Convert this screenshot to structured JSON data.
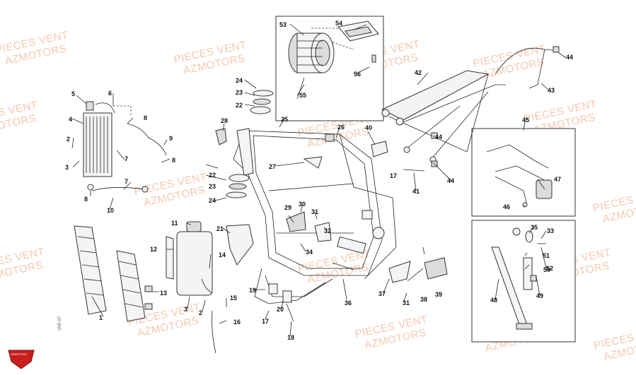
{
  "watermark": {
    "line1": "PIECES VENT",
    "line2": "AZMOTORS"
  },
  "logo": {
    "text": "AZMOTORS"
  },
  "ref_code": "V0E-07",
  "labels": [
    {
      "id": "p1",
      "text": "1"
    },
    {
      "id": "p2a",
      "text": "2"
    },
    {
      "id": "p2b",
      "text": "2"
    },
    {
      "id": "p3a",
      "text": "3"
    },
    {
      "id": "p3b",
      "text": "3"
    },
    {
      "id": "p4",
      "text": "4"
    },
    {
      "id": "p5",
      "text": "5"
    },
    {
      "id": "p6",
      "text": "6"
    },
    {
      "id": "p7a",
      "text": "7"
    },
    {
      "id": "p7b",
      "text": "7"
    },
    {
      "id": "p8a",
      "text": "8"
    },
    {
      "id": "p8b",
      "text": "8"
    },
    {
      "id": "p8c",
      "text": "8"
    },
    {
      "id": "p9",
      "text": "9"
    },
    {
      "id": "p10",
      "text": "10"
    },
    {
      "id": "p11",
      "text": "11"
    },
    {
      "id": "p12",
      "text": "12"
    },
    {
      "id": "p13",
      "text": "13"
    },
    {
      "id": "p14",
      "text": "14"
    },
    {
      "id": "p15",
      "text": "15"
    },
    {
      "id": "p16",
      "text": "16"
    },
    {
      "id": "p17a",
      "text": "17"
    },
    {
      "id": "p17b",
      "text": "17"
    },
    {
      "id": "p18",
      "text": "18"
    },
    {
      "id": "p19",
      "text": "19"
    },
    {
      "id": "p20",
      "text": "20"
    },
    {
      "id": "p21",
      "text": "21"
    },
    {
      "id": "p22a",
      "text": "22"
    },
    {
      "id": "p22b",
      "text": "22"
    },
    {
      "id": "p23a",
      "text": "23"
    },
    {
      "id": "p23b",
      "text": "23"
    },
    {
      "id": "p24a",
      "text": "24"
    },
    {
      "id": "p24b",
      "text": "24"
    },
    {
      "id": "p25",
      "text": "25"
    },
    {
      "id": "p26",
      "text": "26"
    },
    {
      "id": "p27",
      "text": "27"
    },
    {
      "id": "p28",
      "text": "28"
    },
    {
      "id": "p29",
      "text": "29"
    },
    {
      "id": "p30",
      "text": "30"
    },
    {
      "id": "p31a",
      "text": "31"
    },
    {
      "id": "p31b",
      "text": "31"
    },
    {
      "id": "p32",
      "text": "32"
    },
    {
      "id": "p33",
      "text": "33"
    },
    {
      "id": "p34",
      "text": "34"
    },
    {
      "id": "p35",
      "text": "35"
    },
    {
      "id": "p36",
      "text": "36"
    },
    {
      "id": "p37",
      "text": "37"
    },
    {
      "id": "p38",
      "text": "38"
    },
    {
      "id": "p39",
      "text": "39"
    },
    {
      "id": "p40",
      "text": "40"
    },
    {
      "id": "p41",
      "text": "41"
    },
    {
      "id": "p42",
      "text": "42"
    },
    {
      "id": "p43",
      "text": "43"
    },
    {
      "id": "p44a",
      "text": "44"
    },
    {
      "id": "p44b",
      "text": "44"
    },
    {
      "id": "p44c",
      "text": "44"
    },
    {
      "id": "p45",
      "text": "45"
    },
    {
      "id": "p46",
      "text": "46"
    },
    {
      "id": "p47",
      "text": "47"
    },
    {
      "id": "p48",
      "text": "48"
    },
    {
      "id": "p49",
      "text": "49"
    },
    {
      "id": "p50",
      "text": "50"
    },
    {
      "id": "p51",
      "text": "51"
    },
    {
      "id": "p52",
      "text": "52"
    },
    {
      "id": "p53",
      "text": "53"
    },
    {
      "id": "p54",
      "text": "54"
    },
    {
      "id": "p55",
      "text": "55"
    },
    {
      "id": "p56",
      "text": "56"
    }
  ]
}
